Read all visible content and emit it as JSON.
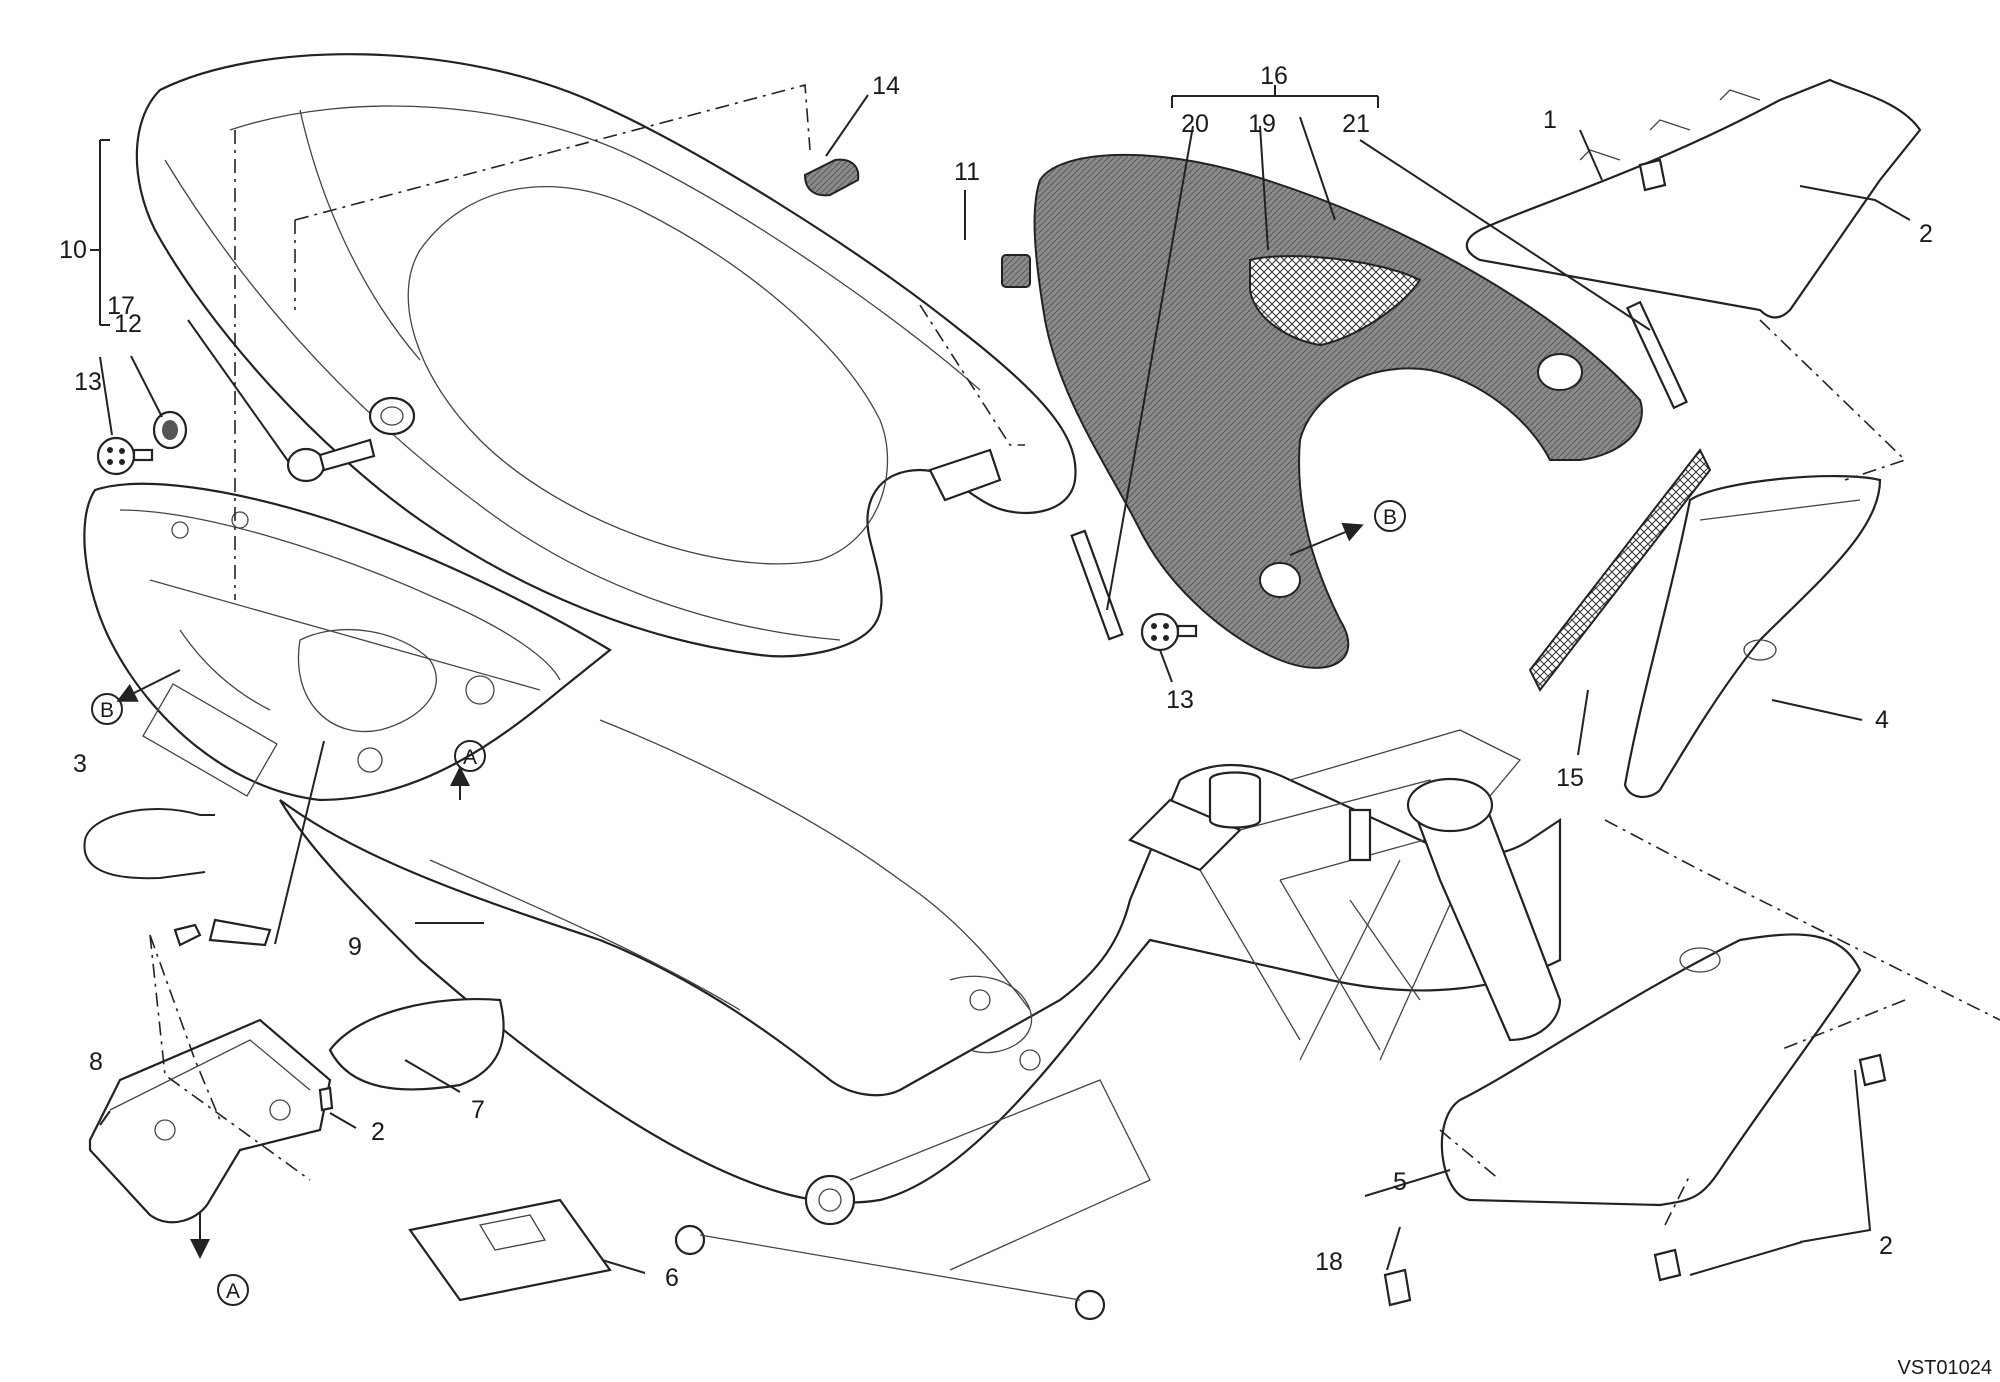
{
  "diagram": {
    "drawing_code": "VST01024",
    "callouts": [
      "1",
      "2",
      "2",
      "2",
      "2",
      "3",
      "4",
      "5",
      "6",
      "7",
      "8",
      "9",
      "10",
      "11",
      "12",
      "13",
      "13",
      "14",
      "15",
      "16",
      "17",
      "18",
      "19",
      "20",
      "21"
    ],
    "reference_marks": [
      "A",
      "A",
      "B",
      "B"
    ]
  }
}
